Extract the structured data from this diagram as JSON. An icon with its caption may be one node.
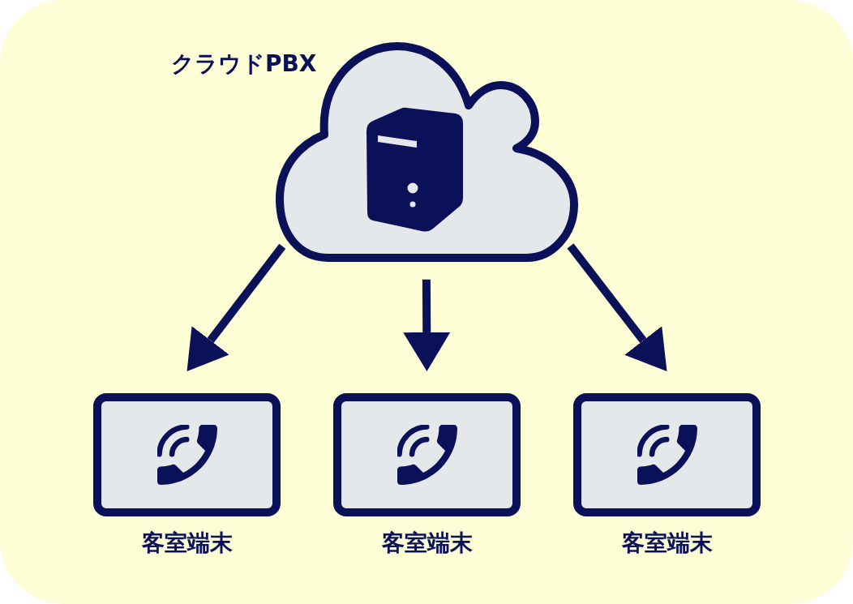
{
  "diagram": {
    "nodes": [
      {
        "text": [
          "クラウドPBX"
        ]
      },
      {
        "text": [
          "客室端末"
        ]
      },
      {
        "text": [
          "客室端末"
        ]
      },
      {
        "text": [
          "客室端末"
        ]
      }
    ],
    "edges": [
      {
        "from": 0,
        "to": 1,
        "arrow": "to"
      },
      {
        "from": 0,
        "to": 2,
        "arrow": "to"
      },
      {
        "from": 0,
        "to": 3,
        "arrow": "to"
      }
    ]
  }
}
